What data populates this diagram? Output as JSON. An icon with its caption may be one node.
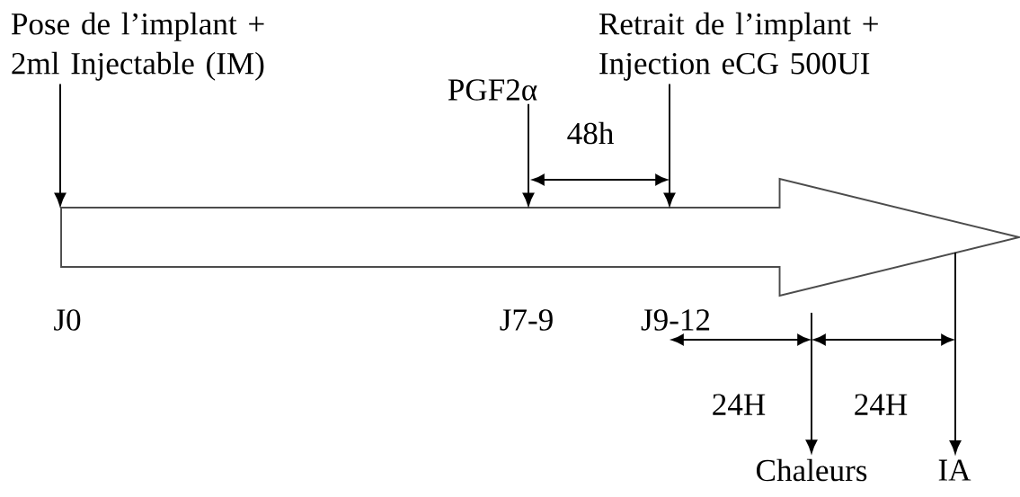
{
  "diagram": {
    "nodes": [
      {
        "text": [
          "Pose de l’implant + 2ml Injectable (IM)"
        ]
      },
      {
        "text": [
          "PGF2α"
        ]
      },
      {
        "text": [
          "Retrait de l’implant + Injection eCG 500UI"
        ]
      },
      {
        "text": [],
        "shape": "arrow"
      },
      {
        "text": [
          "Chaleurs"
        ]
      },
      {
        "text": [
          "IA"
        ]
      }
    ],
    "edges": [
      {
        "from": 0,
        "to": 3,
        "arrow": "to"
      },
      {
        "from": 1,
        "to": 3,
        "arrow": "to"
      },
      {
        "from": 2,
        "to": 3,
        "arrow": "to"
      },
      {
        "from": null,
        "to": 4,
        "arrow": "to"
      },
      {
        "from": 3,
        "to": 5,
        "arrow": "to"
      }
    ],
    "labels": [
      "48h",
      "J0",
      "J7-9",
      "J9-12",
      "24H",
      "24H"
    ]
  }
}
